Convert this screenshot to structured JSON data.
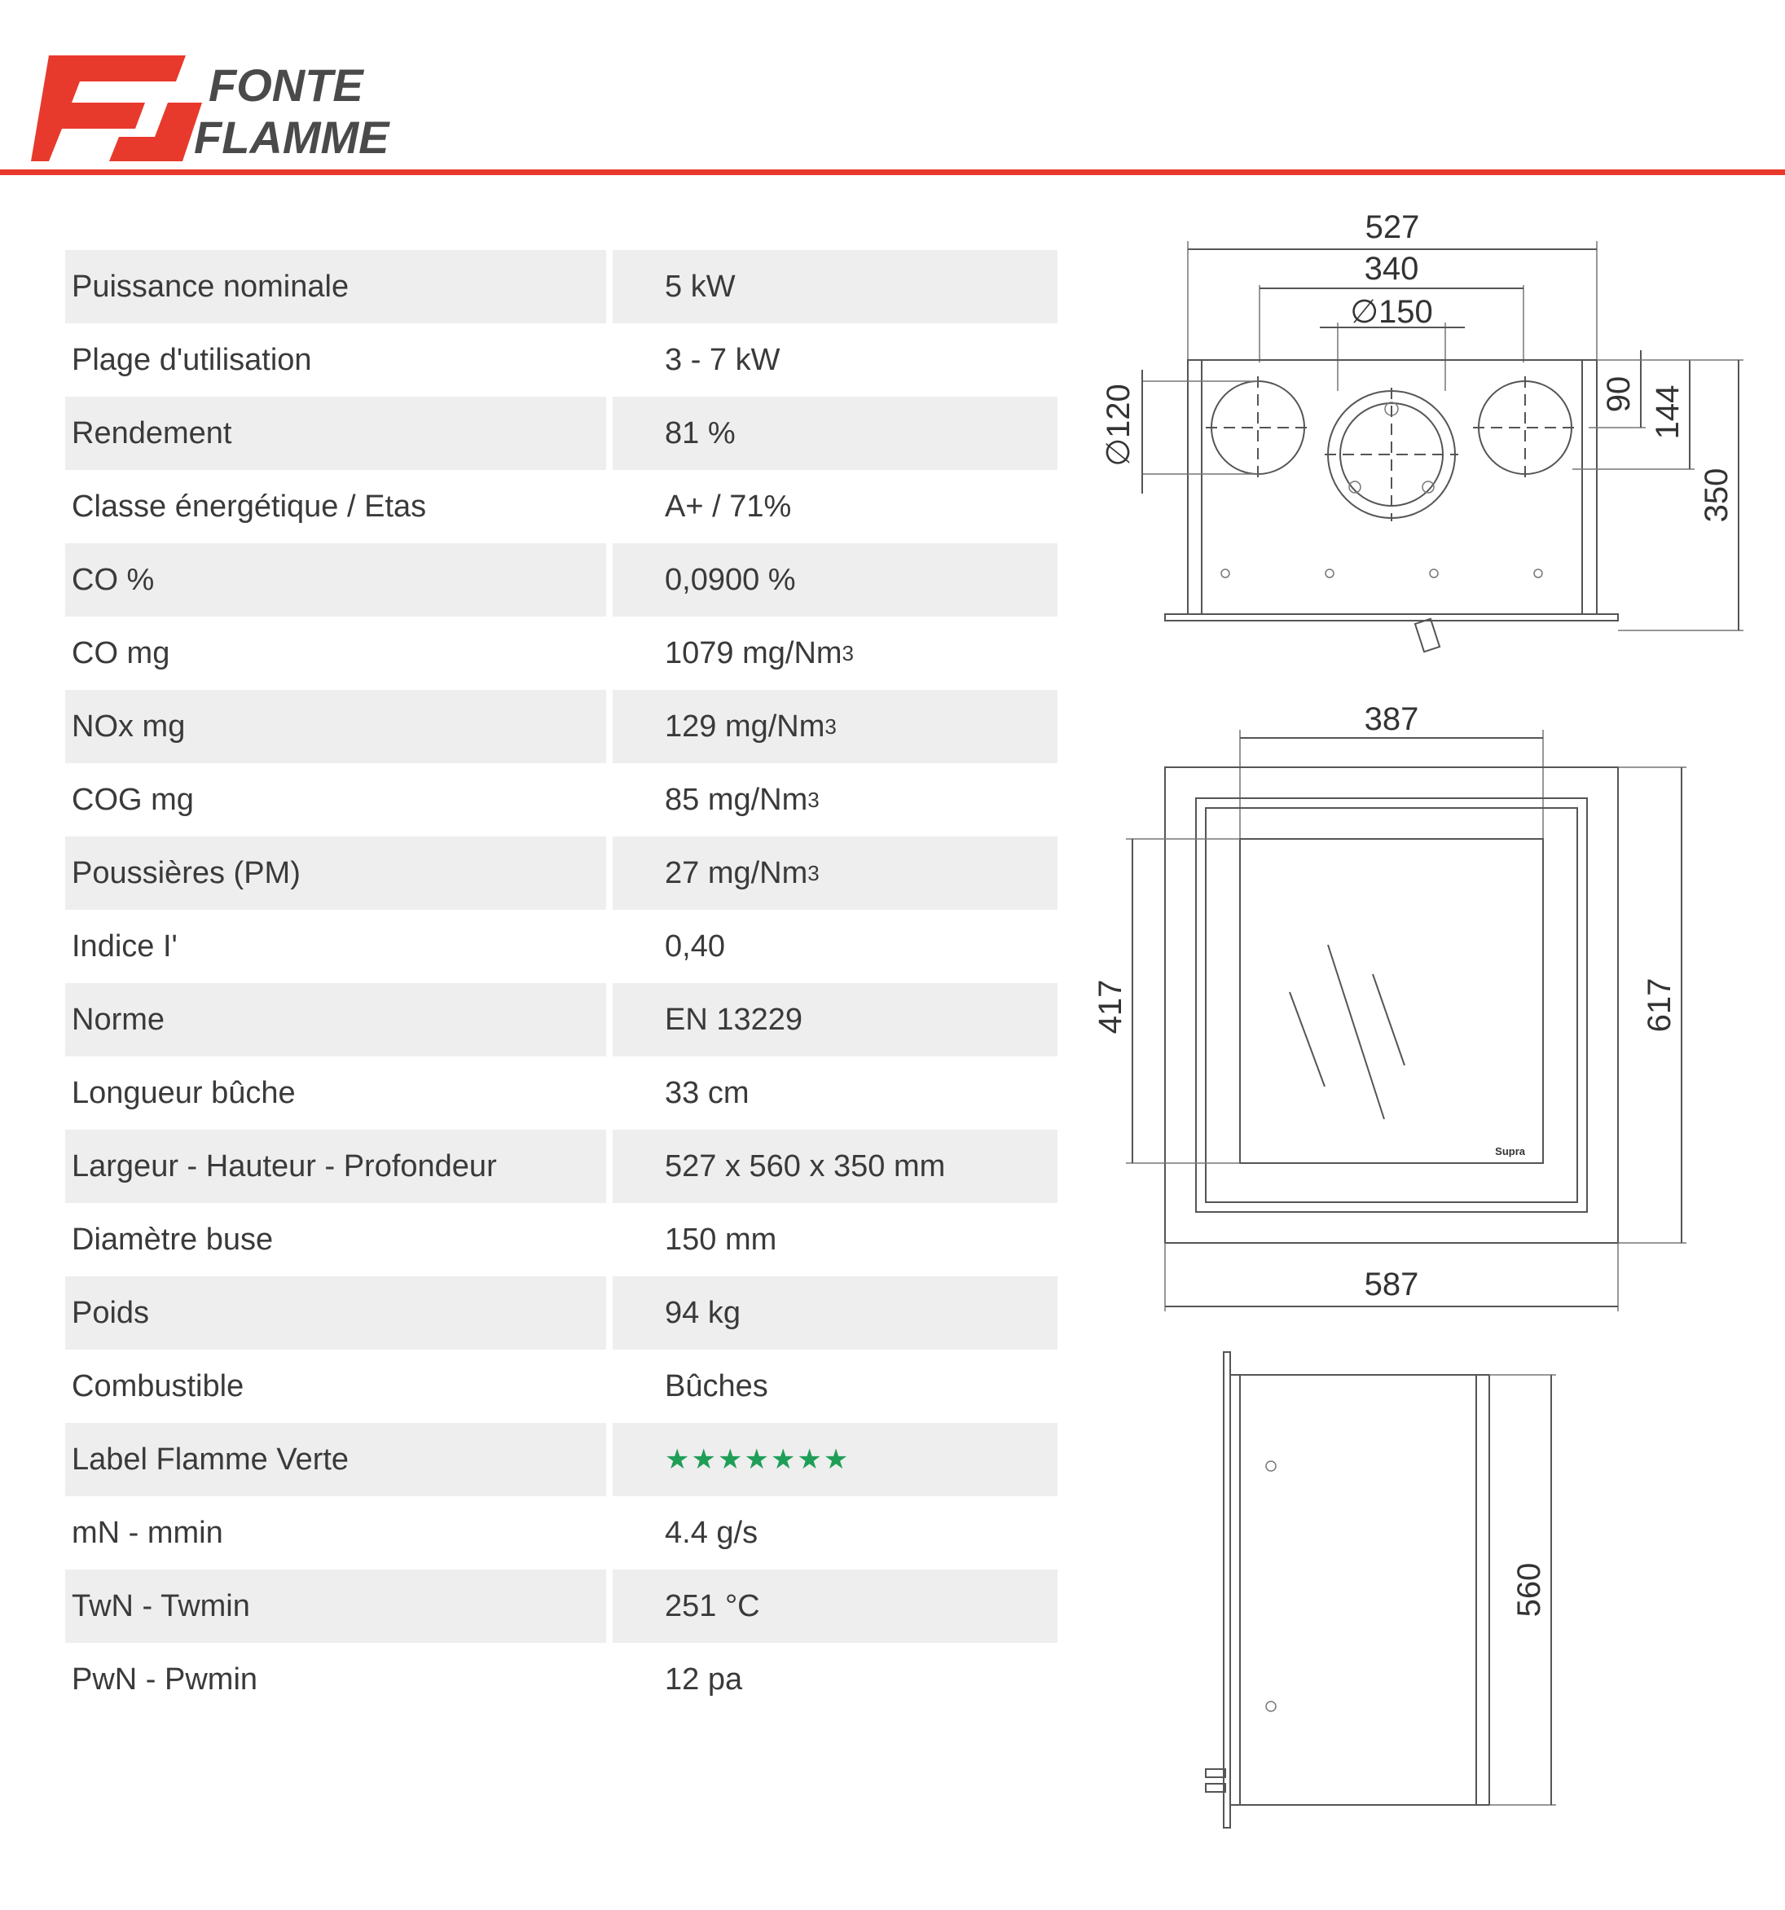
{
  "brand": {
    "line1": "FONTE",
    "line2": "FLAMME",
    "colors": {
      "primary": "#e8392d",
      "secondary": "#4a4a4a",
      "rule": "#e8392d",
      "stars": "#1f9e57"
    }
  },
  "specs": [
    {
      "label": "Puissance nominale",
      "value": "5 kW"
    },
    {
      "label": "Plage d'utilisation",
      "value": "3 - 7 kW"
    },
    {
      "label": "Rendement",
      "value": "81 %"
    },
    {
      "label": "Classe énergétique / Etas",
      "value": "A+ / 71%"
    },
    {
      "label": "CO %",
      "value": "0,0900 %"
    },
    {
      "label": "CO mg",
      "value": "1079 mg/Nm",
      "sup": "3"
    },
    {
      "label": "NOx mg",
      "value": "129 mg/Nm",
      "sup": "3"
    },
    {
      "label": "COG mg",
      "value": "85 mg/Nm",
      "sup": "3"
    },
    {
      "label": "Poussières (PM)",
      "value": "27 mg/Nm",
      "sup": "3"
    },
    {
      "label": "Indice I'",
      "value": "0,40"
    },
    {
      "label": "Norme",
      "value": "EN 13229"
    },
    {
      "label": "Longueur bûche",
      "value": "33 cm"
    },
    {
      "label": "Largeur - Hauteur - Profondeur",
      "value": "527 x 560 x 350 mm"
    },
    {
      "label": "Diamètre buse",
      "value": "150 mm"
    },
    {
      "label": "Poids",
      "value": "94 kg"
    },
    {
      "label": "Combustible",
      "value": "Bûches"
    },
    {
      "label": "Label Flamme Verte",
      "stars": 7,
      "star_icon": "star-icon"
    },
    {
      "label": "mN - mmin",
      "value": "4.4 g/s"
    },
    {
      "label": "TwN - Twmin",
      "value": "251 °C"
    },
    {
      "label": "PwN - Pwmin",
      "value": "12 pa"
    }
  ],
  "drawings": {
    "top_view": {
      "width_total": "527",
      "spacing": "340",
      "flue_diameter": "∅150",
      "side_diameter": "∅120",
      "offset_a": "90",
      "offset_b": "144",
      "depth": "350"
    },
    "front_view": {
      "glass_width": "387",
      "glass_height": "417",
      "frame_height": "617",
      "frame_width": "587",
      "glass_logo": "Supra"
    },
    "side_view": {
      "height": "560"
    }
  }
}
